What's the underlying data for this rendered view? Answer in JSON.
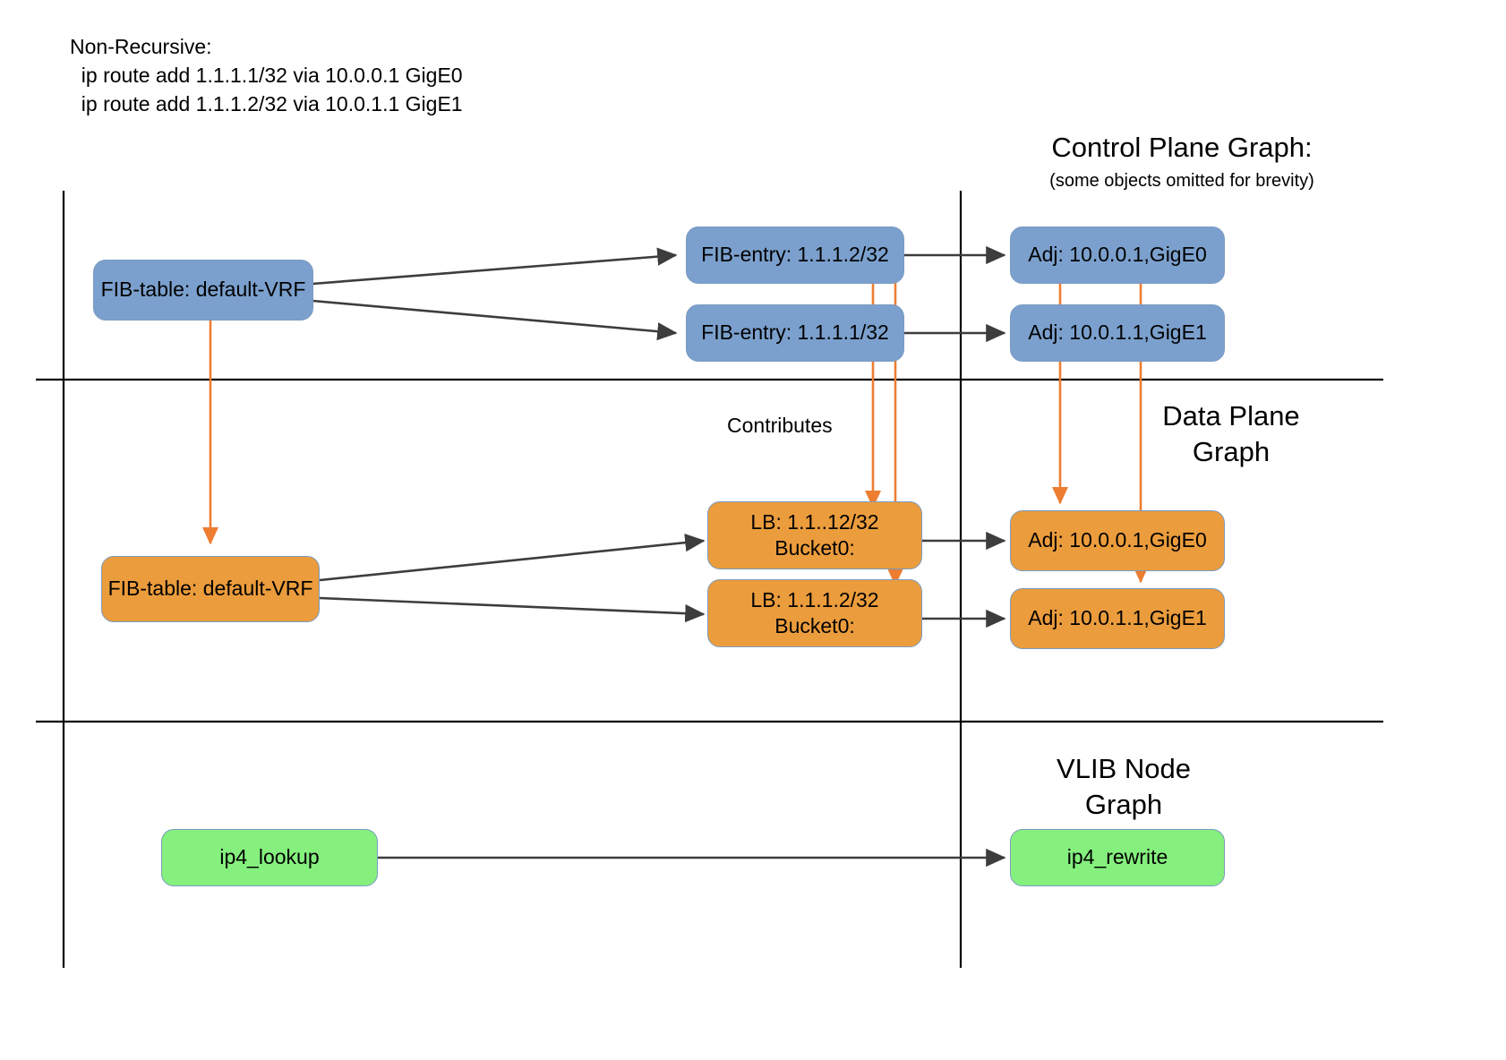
{
  "header": {
    "line1": "Non-Recursive:",
    "line2": "  ip route add 1.1.1.1/32 via 10.0.0.1 GigE0",
    "line3": "  ip route add 1.1.1.2/32 via 10.0.1.1 GigE1"
  },
  "titles": {
    "control_plane": "Control Plane Graph:",
    "control_plane_sub": "(some objects omitted for brevity)",
    "data_plane_line1": "Data Plane",
    "data_plane_line2": "Graph",
    "vlib_line1": "VLIB Node",
    "vlib_line2": "Graph"
  },
  "labels": {
    "contributes": "Contributes"
  },
  "control_plane_nodes": {
    "fib_table": "FIB-table: default-VRF",
    "fib_entry_top": "FIB-entry: 1.1.1.2/32",
    "fib_entry_bottom": "FIB-entry: 1.1.1.1/32",
    "adj_top": "Adj: 10.0.0.1,GigE0",
    "adj_bottom": "Adj: 10.0.1.1,GigE1"
  },
  "data_plane_nodes": {
    "fib_table": "FIB-table: default-VRF",
    "lb_top_line1": "LB: 1.1..12/32",
    "lb_top_line2": "Bucket0:",
    "lb_bottom_line1": "LB: 1.1.1.2/32",
    "lb_bottom_line2": "Bucket0:",
    "adj_top": "Adj: 10.0.0.1,GigE0",
    "adj_bottom": "Adj: 10.0.1.1,GigE1"
  },
  "vlib_nodes": {
    "lookup": "ip4_lookup",
    "rewrite": "ip4_rewrite"
  },
  "colors": {
    "blue": "#7ba0cd",
    "orange": "#eb9c3c",
    "green": "#85f07e",
    "arrow_black": "#3d3d3d",
    "arrow_orange": "#ed7d31",
    "divider": "#000000"
  }
}
